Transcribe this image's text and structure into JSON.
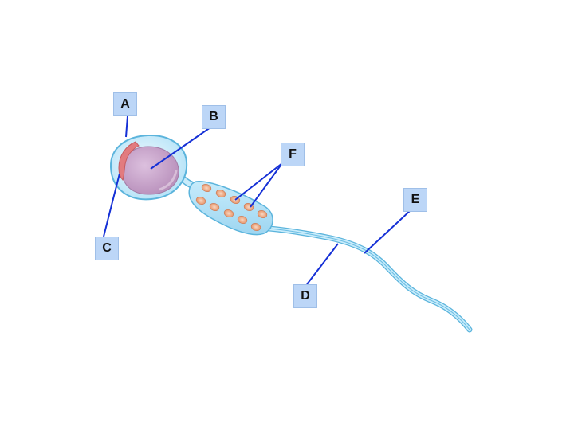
{
  "labels": {
    "a": "A",
    "b": "B",
    "c": "C",
    "d": "D",
    "e": "E",
    "f": "F"
  },
  "colors": {
    "label_fill": "#bcd6f7",
    "leader_line": "#1530d6",
    "membrane": "#a9dcf4",
    "membrane_outline": "#5bb4dc",
    "nucleus": "#c9a3cb",
    "acrosome": "#e07a7e",
    "mitochondria": "#e8a07a"
  }
}
